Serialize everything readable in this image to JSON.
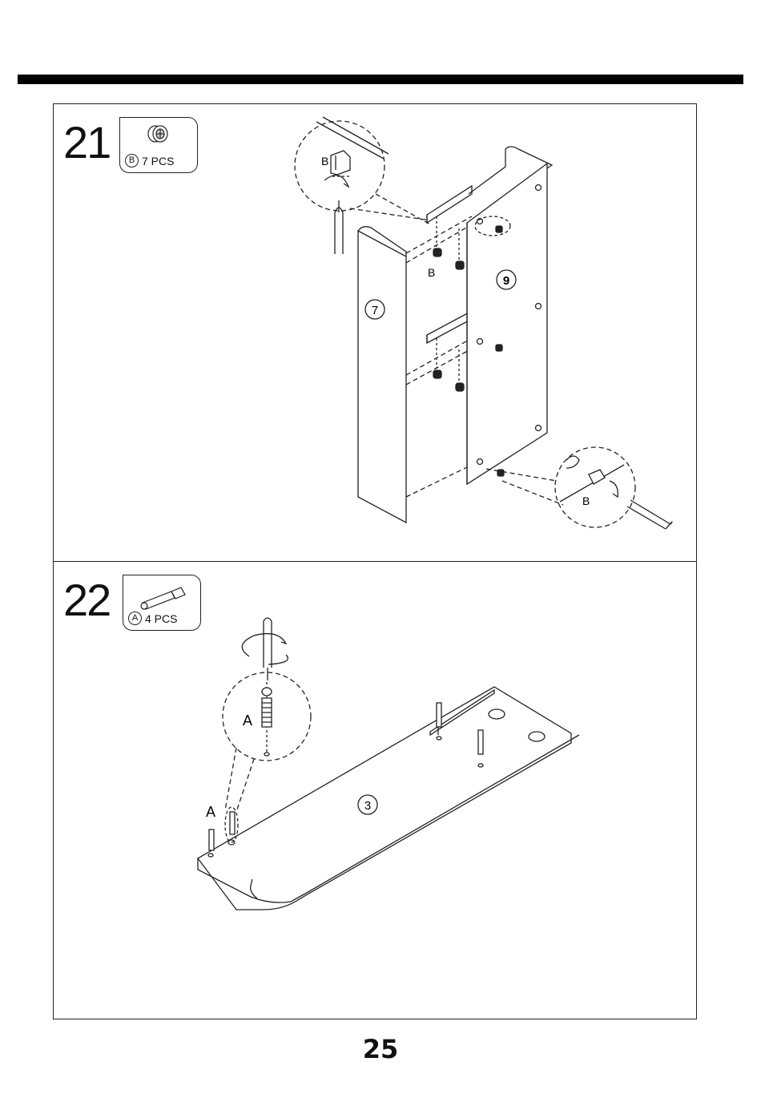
{
  "page_number": "25",
  "steps": [
    {
      "number": "21",
      "part": {
        "letter": "B",
        "quantity": "7 PCS",
        "icon": "cam-lock-icon"
      },
      "callouts": {
        "cam_top_zoom": "B",
        "cam_label": "B",
        "cam_side_zoom": "B"
      },
      "panels": {
        "left": "7",
        "right": "9"
      }
    },
    {
      "number": "22",
      "part": {
        "letter": "A",
        "quantity": "4 PCS",
        "icon": "cam-bolt-icon"
      },
      "callouts": {
        "bolt_zoom": "A",
        "bolt_label": "A"
      },
      "panels": {
        "board": "3"
      }
    }
  ]
}
